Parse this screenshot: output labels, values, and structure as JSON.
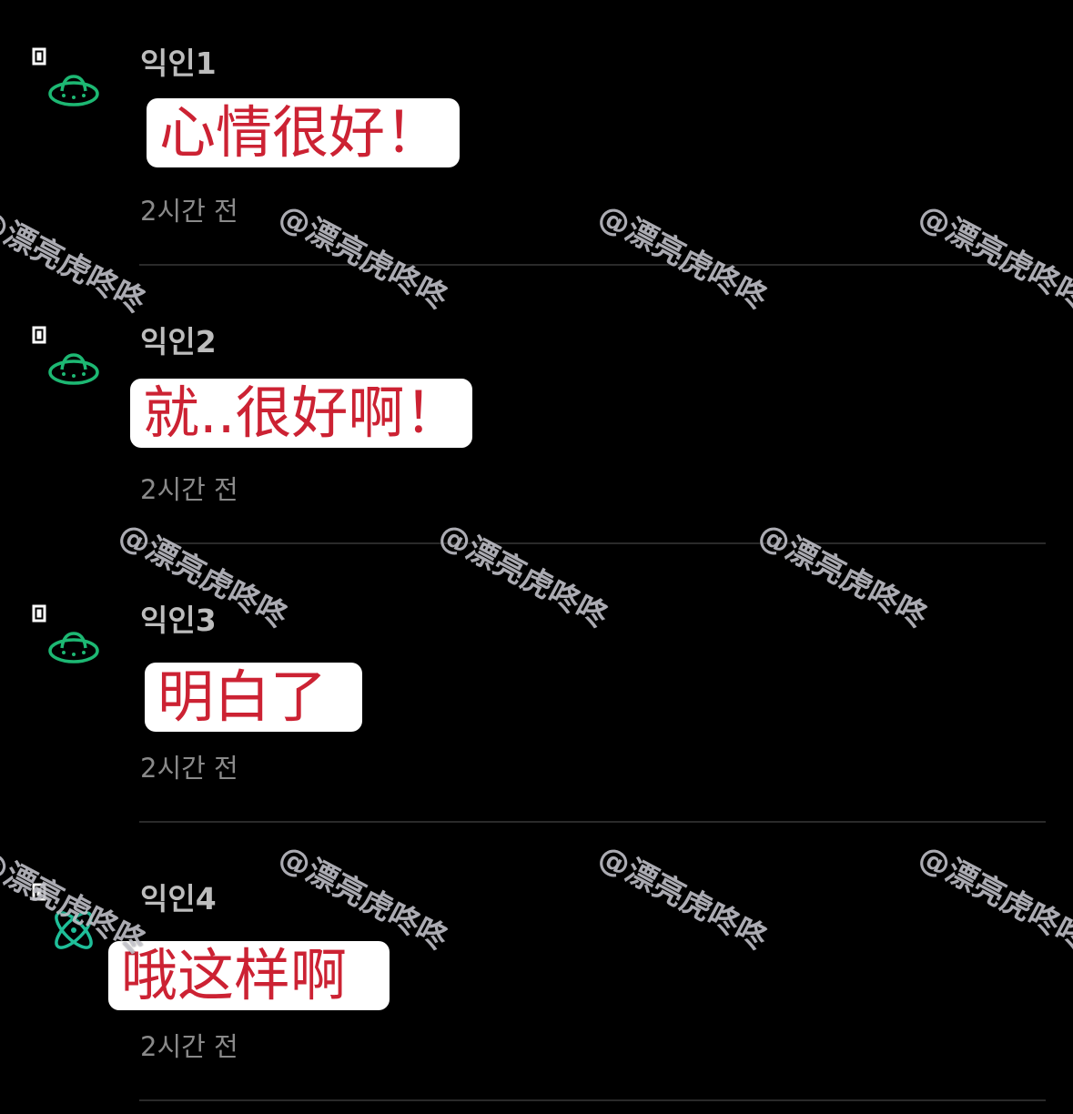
{
  "comments": [
    {
      "author": "익인1",
      "text": "心情很好！",
      "time": "2시간 전",
      "avatar": "ufo-icon"
    },
    {
      "author": "익인2",
      "text": "就..很好啊！",
      "time": "2시간 전",
      "avatar": "ufo-icon"
    },
    {
      "author": "익인3",
      "text": "明白了",
      "time": "2시간 전",
      "avatar": "ufo-icon"
    },
    {
      "author": "익인4",
      "text": "哦这样啊",
      "time": "2시간 전",
      "avatar": "atom-icon"
    }
  ],
  "watermark": {
    "text": "@漂亮虎咚咚"
  },
  "colors": {
    "background": "#000000",
    "avatar_green": "#1db873",
    "avatar_teal": "#1fbf99",
    "bubble_text": "#cc2233"
  }
}
